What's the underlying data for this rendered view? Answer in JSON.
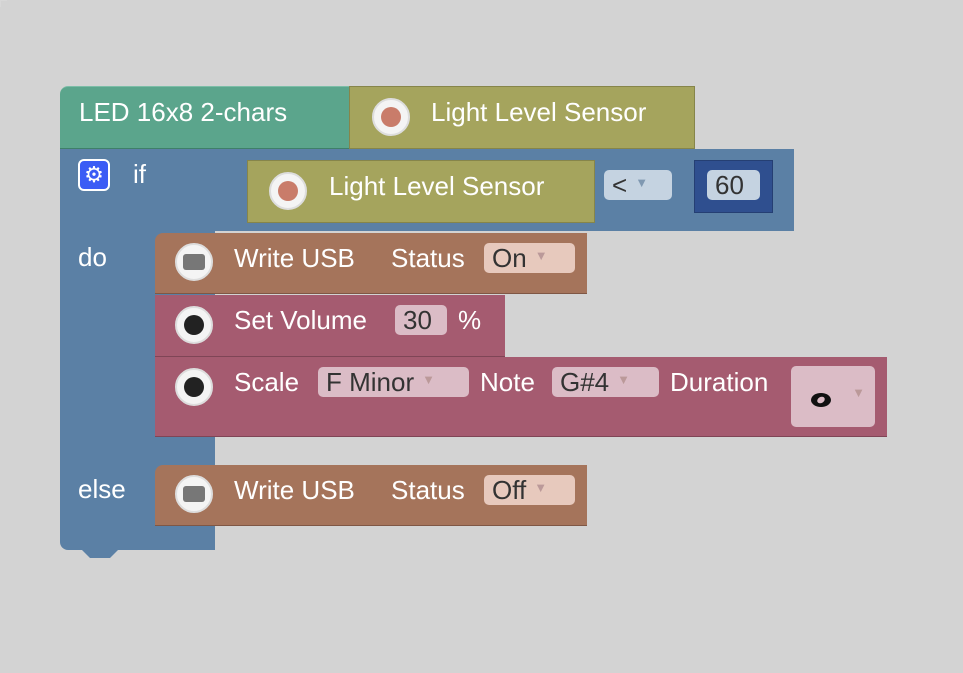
{
  "colors": {
    "display_block": "#5ba58c",
    "sensor_block": "#a5a45d",
    "logic_block": "#5b80a5",
    "number_block": "#2f4f8f",
    "usb_block": "#a5745b",
    "sound_block": "#a55b70"
  },
  "display": {
    "label": "LED 16x8 2-chars"
  },
  "sensor_top": {
    "label": "Light Level Sensor",
    "icon": "light-sensor-icon"
  },
  "if_block": {
    "if_label": "if",
    "do_label": "do",
    "else_label": "else",
    "mutator_icon": "gear-icon"
  },
  "condition": {
    "sensor_label": "Light Level Sensor",
    "operator": "<",
    "value": "60"
  },
  "usb_on": {
    "label1": "Write USB",
    "label2": "Status",
    "value": "On",
    "icon": "usb-port-icon"
  },
  "volume": {
    "label": "Set Volume",
    "value": "30",
    "unit": "%",
    "icon": "buzzer-icon"
  },
  "scale": {
    "label": "Scale",
    "scale_value": "F Minor",
    "note_label": "Note",
    "note_value": "G#4",
    "duration_label": "Duration",
    "duration_icon": "whole-note-icon",
    "icon": "buzzer-icon"
  },
  "usb_off": {
    "label1": "Write USB",
    "label2": "Status",
    "value": "Off",
    "icon": "usb-port-icon"
  }
}
